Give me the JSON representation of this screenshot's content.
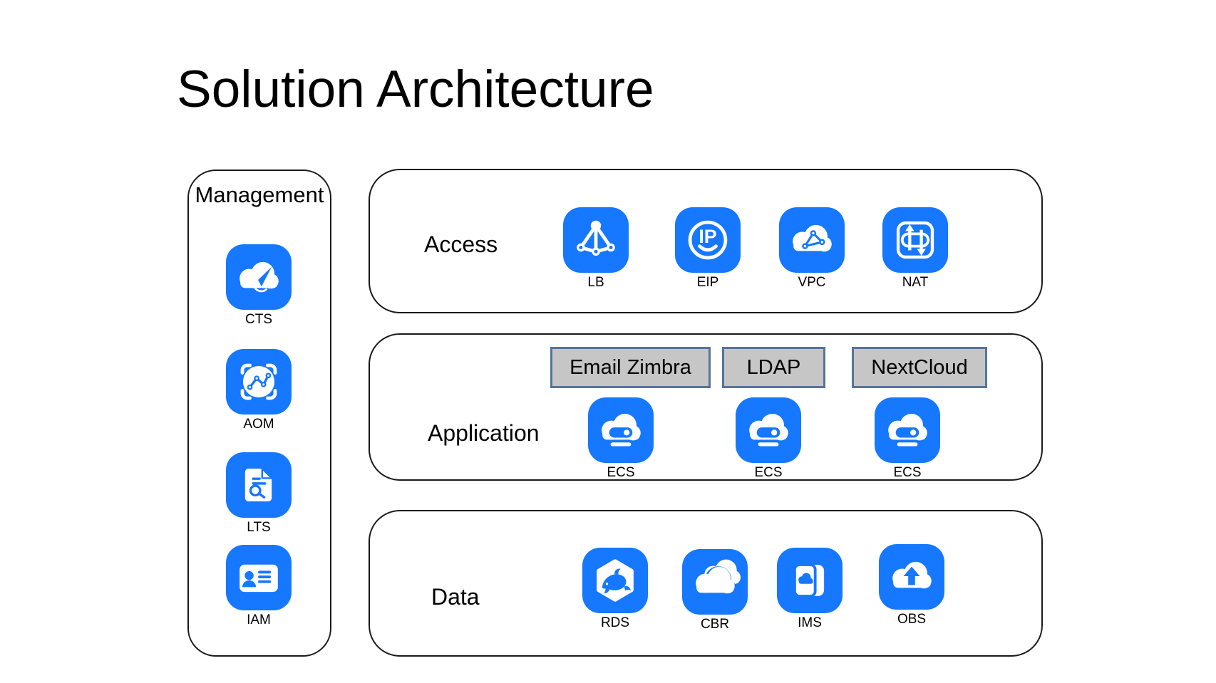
{
  "title": "Solution Architecture",
  "colors": {
    "accent": "#1677ff",
    "panel_border": "#1a1a1a",
    "chip_fill": "#c6c6c6",
    "chip_border": "#56749a"
  },
  "management": {
    "title": "Management",
    "items": [
      {
        "label": "CTS",
        "icon": "cloud-trace-icon"
      },
      {
        "label": "AOM",
        "icon": "app-monitor-icon"
      },
      {
        "label": "LTS",
        "icon": "log-search-icon"
      },
      {
        "label": "IAM",
        "icon": "identity-card-icon"
      }
    ]
  },
  "layers": {
    "access": {
      "name": "Access",
      "items": [
        {
          "label": "LB",
          "icon": "load-balancer-icon"
        },
        {
          "label": "EIP",
          "icon": "elastic-ip-icon"
        },
        {
          "label": "VPC",
          "icon": "virtual-private-cloud-icon"
        },
        {
          "label": "NAT",
          "icon": "nat-gateway-icon"
        }
      ]
    },
    "application": {
      "name": "Application",
      "chips": [
        {
          "label": "Email Zimbra"
        },
        {
          "label": "LDAP"
        },
        {
          "label": "NextCloud"
        }
      ],
      "items": [
        {
          "label": "ECS",
          "icon": "elastic-cloud-server-icon"
        },
        {
          "label": "ECS",
          "icon": "elastic-cloud-server-icon"
        },
        {
          "label": "ECS",
          "icon": "elastic-cloud-server-icon"
        }
      ]
    },
    "data": {
      "name": "Data",
      "items": [
        {
          "label": "RDS",
          "icon": "relational-database-icon"
        },
        {
          "label": "CBR",
          "icon": "cloud-backup-icon"
        },
        {
          "label": "IMS",
          "icon": "image-management-icon"
        },
        {
          "label": "OBS",
          "icon": "object-storage-icon"
        }
      ]
    }
  }
}
